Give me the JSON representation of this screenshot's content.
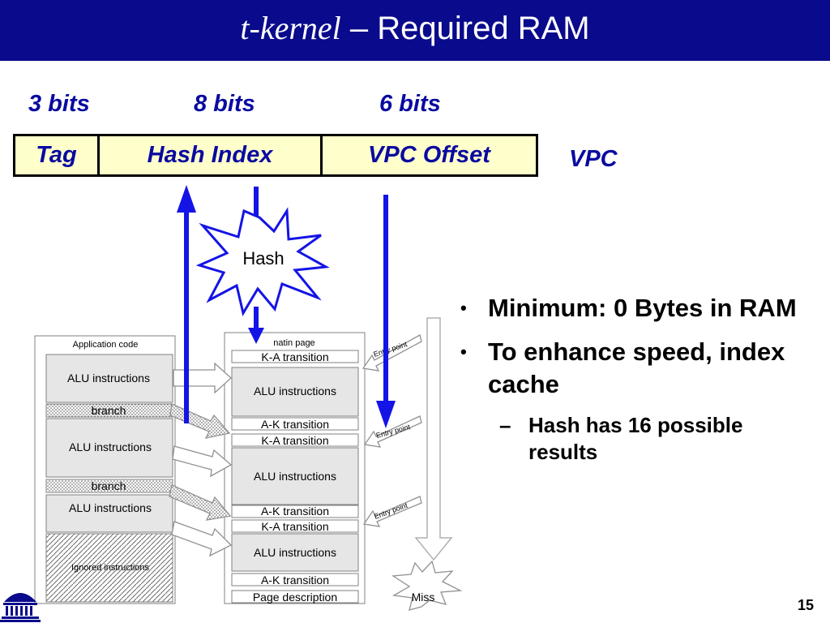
{
  "slide": {
    "title_italic": "t-kernel",
    "title_dash": " – ",
    "title_rest": "Required RAM",
    "page_number": "15"
  },
  "vpc": {
    "bit_labels": [
      "3 bits",
      "8 bits",
      "6 bits"
    ],
    "fields": [
      "Tag",
      "Hash Index",
      "VPC Offset"
    ],
    "label": "VPC"
  },
  "diagram": {
    "hash_label": "Hash",
    "app_code": {
      "title": "Application code",
      "items": [
        "ALU instructions",
        "branch",
        "ALU instructions",
        "branch",
        "ALU instructions",
        "Ignored instructions"
      ]
    },
    "natin_page": {
      "title": "natin page",
      "items": [
        "K-A transition",
        "ALU instructions",
        "A-K transition",
        "K-A transition",
        "ALU instructions",
        "A-K transition",
        "K-A transition",
        "ALU instructions",
        "A-K transition",
        "Page description"
      ]
    },
    "entry_points": [
      "Entry point",
      "Entry point",
      "Entry point"
    ],
    "miss_label": "Miss"
  },
  "bullets": [
    {
      "text": "Minimum: 0 Bytes in RAM"
    },
    {
      "text": "To enhance speed, index cache",
      "sub": "Hash has 16 possible results"
    }
  ],
  "colors": {
    "title_bar": "#0a0a8c",
    "accent_text": "#0a0aa0",
    "arrow": "#1414e6",
    "vpc_fill": "#ffffcc"
  }
}
